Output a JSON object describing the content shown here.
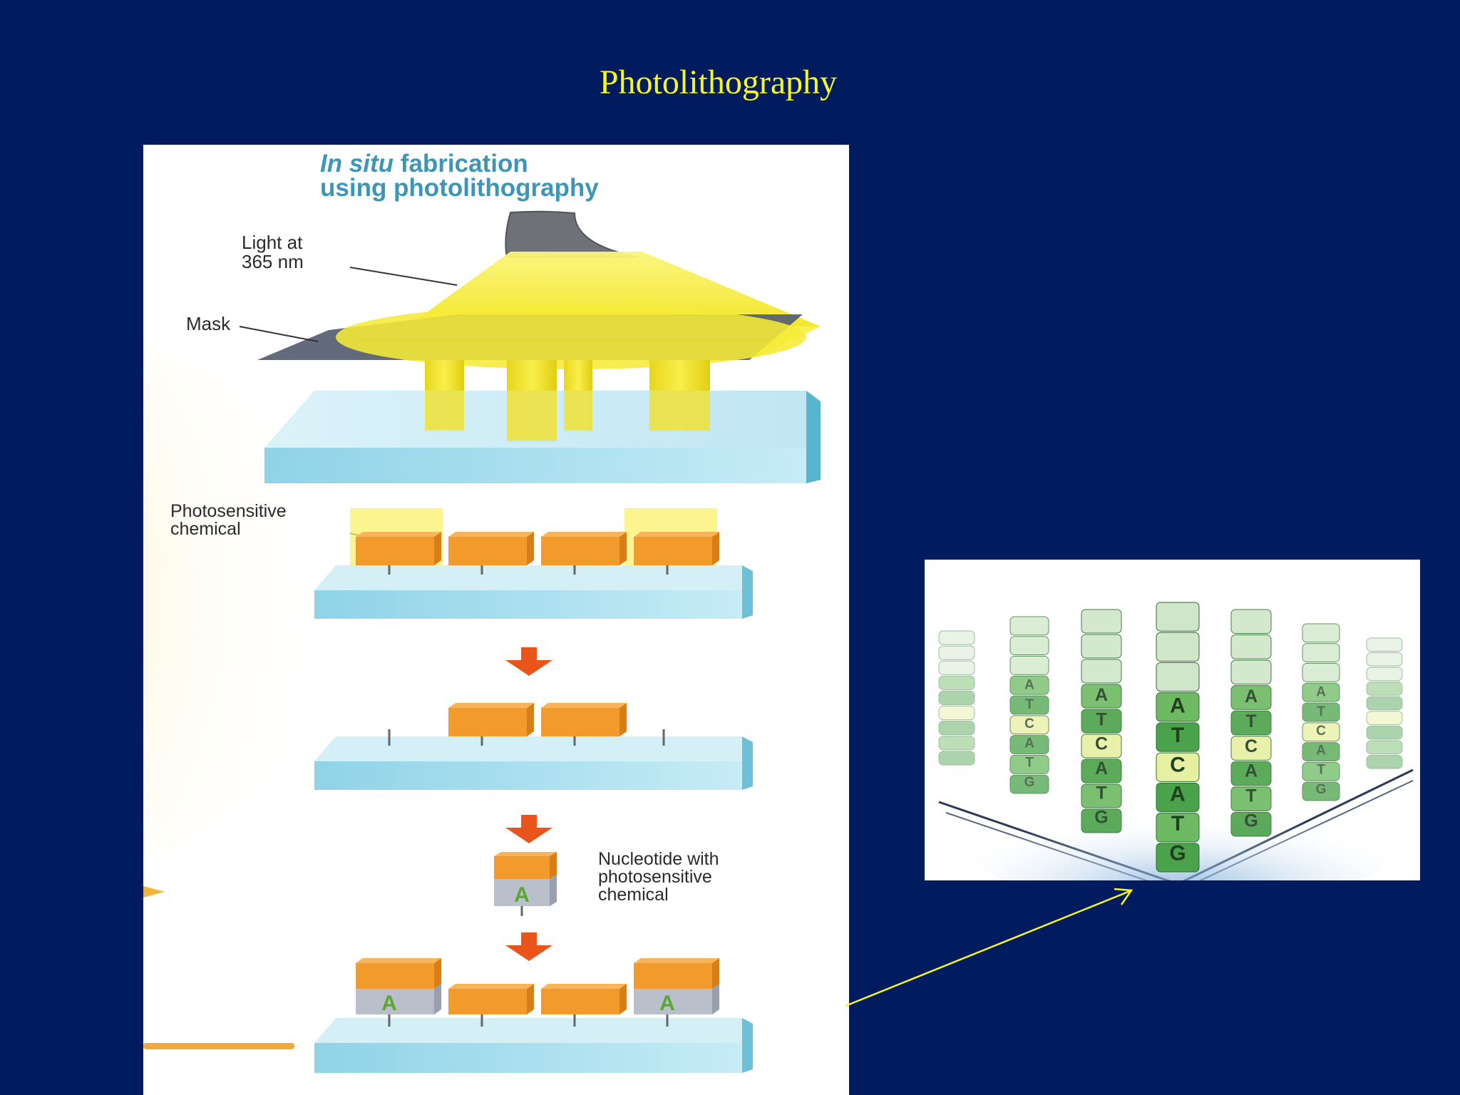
{
  "slide": {
    "title": "Photolithography"
  },
  "fabrication_figure": {
    "heading_italic": "In situ",
    "heading_rest": " fabrication",
    "heading_line2": "using photolithography",
    "labels": {
      "light_line1": "Light at",
      "light_line2": "365 nm",
      "mask": "Mask",
      "photo_line1": "Photosensitive",
      "photo_line2": "chemical",
      "nuc_line1": "Nucleotide with",
      "nuc_line2": "photosensitive",
      "nuc_line3": "chemical"
    },
    "nucleotide_letter": "A"
  },
  "microarray_figure": {
    "probe_sequence": [
      "A",
      "T",
      "C",
      "A",
      "T",
      "G"
    ]
  },
  "colors": {
    "background": "#011c5e",
    "title": "#f7f71e",
    "arrow": "#f7f71e",
    "light_beam": "#f9ef2e",
    "substrate": "#a8dcec",
    "block": "#f39a2c",
    "down_arrow": "#e8541a",
    "probe_green": "#4aa24a"
  }
}
